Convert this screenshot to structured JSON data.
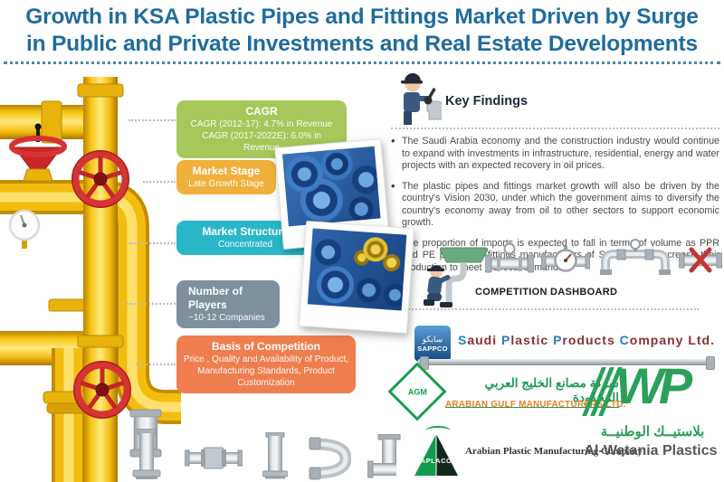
{
  "title": {
    "line1": "Growth in KSA Plastic Pipes and Fittings Market Driven by Surge",
    "line2": "in Public and Private Investments and Real Estate Developments"
  },
  "accent_colors": {
    "title_blue": "#1f6c9e",
    "pipe_yellow": "#f5c213",
    "valve_red": "#d63434",
    "logo_green": "#1d9e50",
    "agm_orange": "#ee7d1d",
    "sappco_blue": "#2b7bbf",
    "sappco_maroon": "#8a3232"
  },
  "metric_boxes": [
    {
      "title": "CAGR",
      "lines": [
        "CAGR (2012-17): 4.7% in Revenue",
        "CAGR (2017-2022E): 6.0% in Revenue"
      ],
      "color": "#a7c75a"
    },
    {
      "title": "Market Stage",
      "lines": [
        "Late Growth Stage"
      ],
      "color": "#f0b13c"
    },
    {
      "title": "Market Structure",
      "lines": [
        "Concentrated"
      ],
      "color": "#29b7c8"
    },
    {
      "title": "Number of Players",
      "lines": [
        "~10-12 Companies"
      ],
      "color": "#7d909c"
    },
    {
      "title": "Basis of Competition",
      "lines": [
        "Price , Quality and Availability of Product, Manufacturing Standards, Product Customization"
      ],
      "color": "#ef7e4f"
    }
  ],
  "key_findings": {
    "heading": "Key Findings",
    "bullets": [
      "The Saudi Arabia economy and the construction industry would continue to expand with investments in infrastructure, residential, energy and water projects with an expected recovery in oil prices.",
      "The plastic pipes and fittings market growth will also be driven by the country's Vision 2030, under which the government aims to diversify the country's economy away from oil to other sectors to support economic growth.",
      "The proportion of imports is expected to fall in terms of volume as PPR and PE pipes and fittings manufacturers of Saudi Arabia increase their production to meet the local demand."
    ]
  },
  "competition_dashboard": {
    "label": "COMPETITION DASHBOARD"
  },
  "logos": {
    "sappco": {
      "badge_arabic": "سابكو",
      "badge_text": "SAPPCO",
      "name_segments": [
        {
          "text": "S",
          "color": "#2b7bbf"
        },
        {
          "text": "audi ",
          "color": "#8a3232"
        },
        {
          "text": "P",
          "color": "#2b7bbf"
        },
        {
          "text": "lastic ",
          "color": "#8a3232"
        },
        {
          "text": "P",
          "color": "#2b7bbf"
        },
        {
          "text": "roducts ",
          "color": "#8a3232"
        },
        {
          "text": "C",
          "color": "#2b7bbf"
        },
        {
          "text": "ompany ",
          "color": "#8a3232"
        },
        {
          "text": "Ltd.",
          "color": "#8a3232"
        }
      ]
    },
    "agm": {
      "monogram": "AGM",
      "arabic": "شركة مصانع الخليج العربي المحدودة",
      "english": "ARABIAN GULF MANUFACTURERS LTD."
    },
    "aplaco": {
      "badge_text": "APLACO",
      "name": "Arabian Plastic Manufacturing Company"
    },
    "watania": {
      "monogram": "WP",
      "arabic": "بلاستيــك الوطنيــة",
      "english": "Al-Watania Plastics"
    }
  },
  "icons": {
    "key_findings_worker": "plumber-figure-with-pipe",
    "sink_plumber": "kneeling-plumber-fixing-sink",
    "gauge_pipe": "pipe-with-pressure-gauge",
    "meter_pipe": "pipe-with-round-meter",
    "u_pipe_gauge": "u-shaped-pipe-with-gauge",
    "blocked_pipe": "pipe-with-red-cross",
    "straight_fitting": "vertical-pipe-flange",
    "coupling_fitting": "pipe-coupling",
    "elbow_fitting": "curved-elbow-pipe",
    "tee_fitting": "tee-elbow-pipe",
    "valve_wheel": "red-handwheel-valve",
    "pressure_gauge": "round-white-gauge",
    "photo_1": "blue-pipe-sockets-photo",
    "photo_2": "blue-and-yellow-pipes-photo"
  }
}
